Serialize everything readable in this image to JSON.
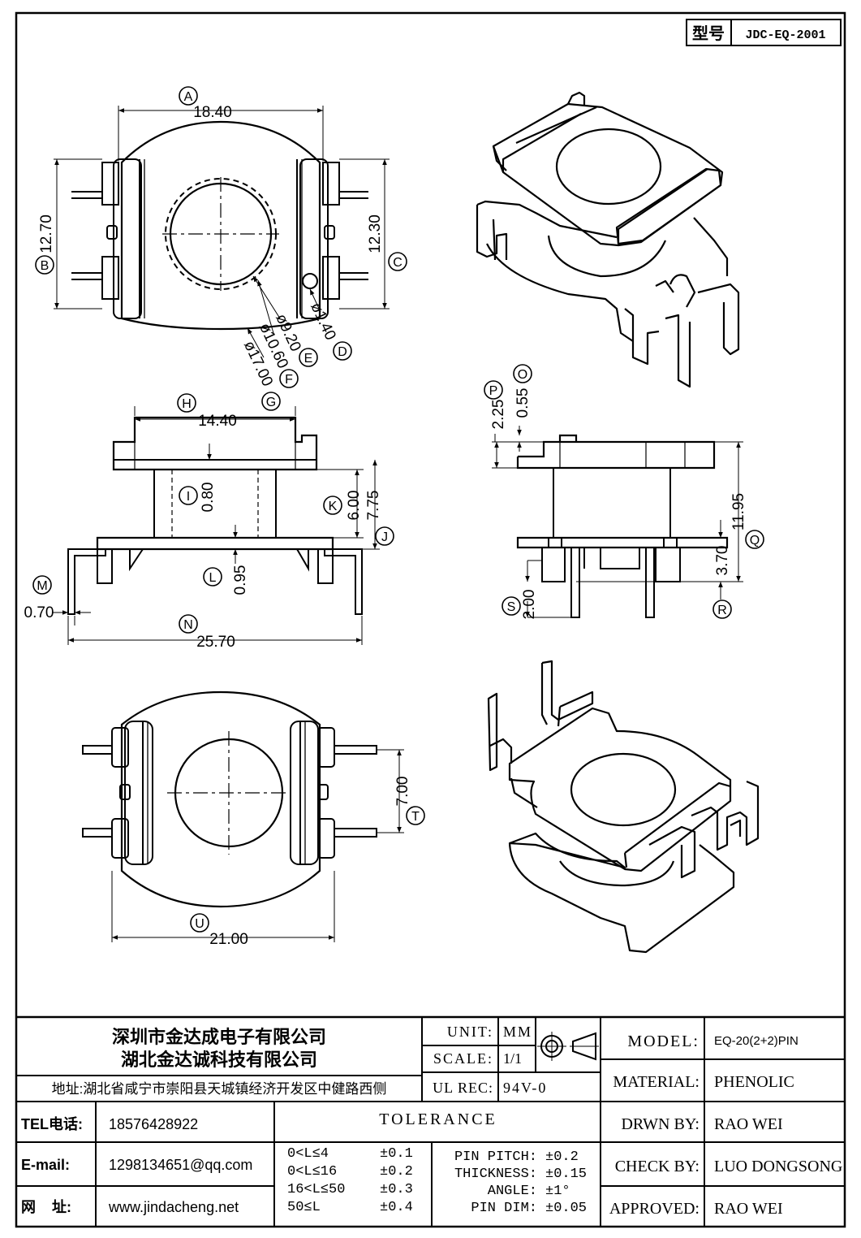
{
  "part_no": {
    "label": "型号",
    "value": "JDC-EQ-2001"
  },
  "views": {
    "top": {
      "dims": {
        "A": "18.40",
        "B": "12.70",
        "C": "12.30",
        "D": "ø1.40",
        "E": "ø9.20",
        "F": "ø10.60",
        "G": "ø17.00"
      }
    },
    "front": {
      "dims": {
        "H": "14.40",
        "I": "0.80",
        "K": "6.00",
        "J": "7.75",
        "L": "0.95",
        "M": "0.70",
        "N": "25.70"
      }
    },
    "side": {
      "dims": {
        "P": "2.25",
        "O": "0.55",
        "Q": "11.95",
        "R": "3.70",
        "S": "2.00"
      }
    },
    "bottom": {
      "dims": {
        "T": "7.00",
        "U": "21.00"
      }
    }
  },
  "company": {
    "name1": "深圳市金达成电子有限公司",
    "name2": "湖北金达诚科技有限公司",
    "address": "地址:湖北省咸宁市崇阳县天城镇经济开发区中健路西侧"
  },
  "contact": {
    "tel_label": "TEL电话:",
    "tel": "18576428922",
    "email_label": "E-mail:",
    "email": "1298134651@qq.com",
    "web_label": "网    址:",
    "web": "www.jindacheng.net"
  },
  "specs": {
    "unit_label": "UNIT:",
    "unit": "MM",
    "scale_label": "SCALE:",
    "scale": "1/1",
    "ulrec_label": "UL REC:",
    "ulrec": "94V-0"
  },
  "tolerance": {
    "title": "TOLERANCE",
    "ranges": [
      {
        "range": "0<L≤4",
        "tol": "±0.1"
      },
      {
        "range": "0<L≤16",
        "tol": "±0.2"
      },
      {
        "range": "16<L≤50",
        "tol": "±0.3"
      },
      {
        "range": "50≤L",
        "tol": "±0.4"
      }
    ],
    "other": [
      {
        "label": "PIN PITCH:",
        "tol": "±0.2"
      },
      {
        "label": "THICKNESS:",
        "tol": "±0.15"
      },
      {
        "label": "ANGLE:",
        "tol": "±1°"
      },
      {
        "label": "PIN DIM:",
        "tol": "±0.05"
      }
    ]
  },
  "titleblock": {
    "model_label": "MODEL:",
    "model": "EQ-20(2+2)PIN",
    "material_label": "MATERIAL:",
    "material": "PHENOLIC",
    "drawn_label": "DRWN BY:",
    "drawn": "RAO WEI",
    "check_label": "CHECK BY:",
    "check": "LUO DONGSONG",
    "approved_label": "APPROVED:",
    "approved": "RAO WEI"
  }
}
